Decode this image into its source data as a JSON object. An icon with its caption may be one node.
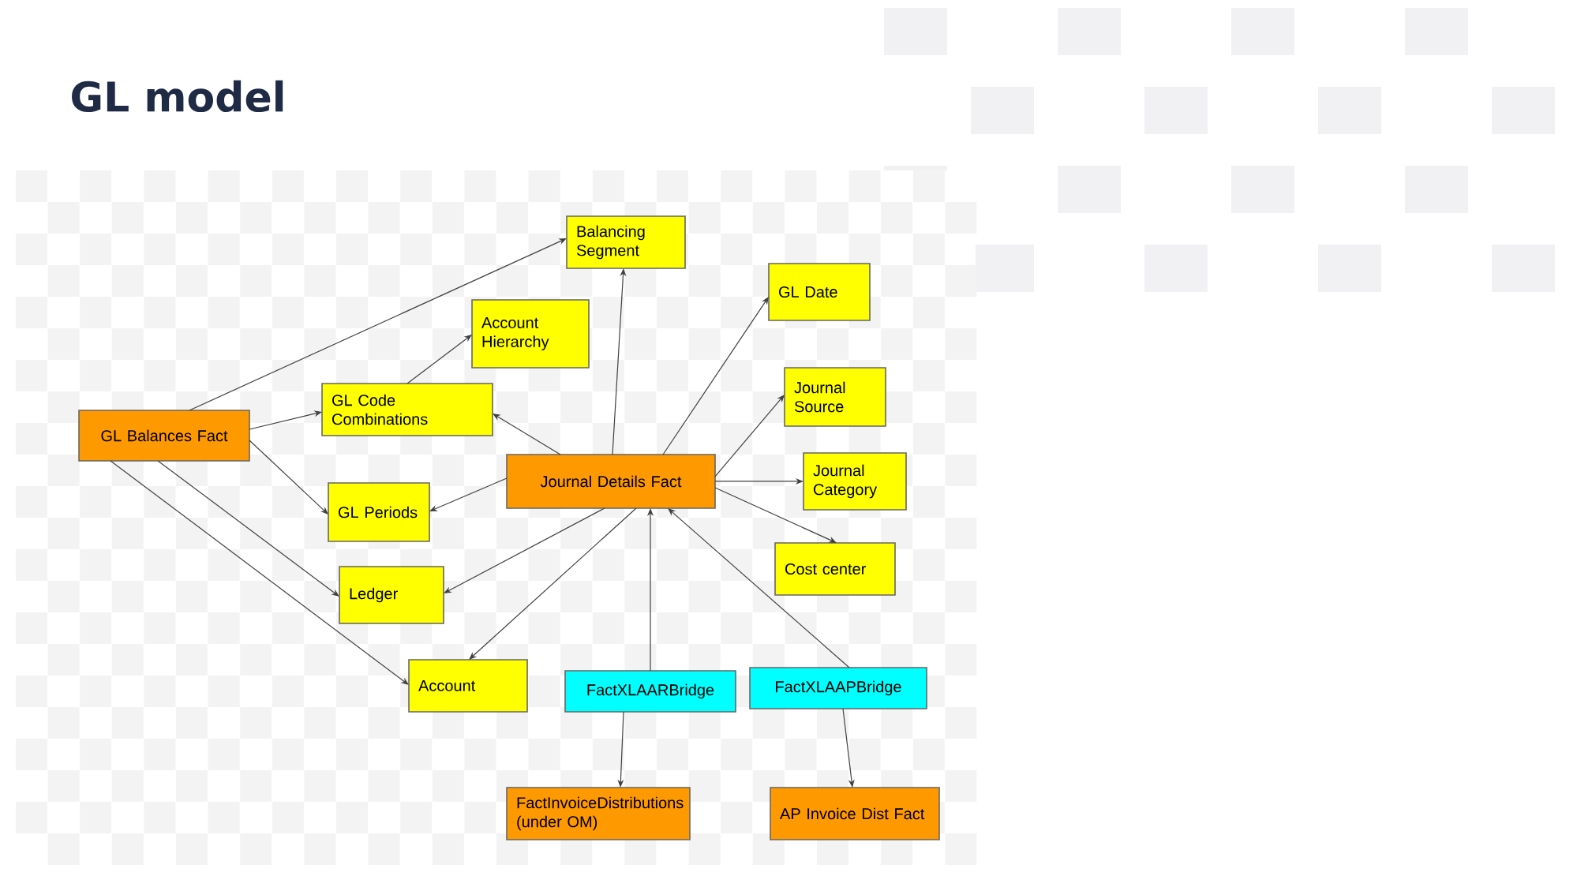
{
  "diagram": {
    "title": "GL model",
    "nodes": [
      {
        "text": [
          "GL Balances Fact"
        ]
      },
      {
        "text": [
          "Balancing Segment"
        ]
      },
      {
        "text": [
          "Account Hierarchy"
        ]
      },
      {
        "text": [
          "GL Code Combinations"
        ]
      },
      {
        "text": [
          "GL Date"
        ]
      },
      {
        "text": [
          "Journal Source"
        ]
      },
      {
        "text": [
          "Journal Details Fact"
        ]
      },
      {
        "text": [
          "Journal Category"
        ]
      },
      {
        "text": [
          "GL Periods"
        ]
      },
      {
        "text": [
          "Cost center"
        ]
      },
      {
        "text": [
          "Ledger"
        ]
      },
      {
        "text": [
          "Account"
        ]
      },
      {
        "text": [
          "FactXLAARBridge"
        ]
      },
      {
        "text": [
          "FactXLAAPBridge"
        ]
      },
      {
        "text": [
          "FactInvoiceDistributions (under OM)"
        ]
      },
      {
        "text": [
          "AP Invoice Dist Fact"
        ]
      }
    ],
    "edges": [
      {
        "from": 0,
        "to": 1,
        "arrow": "to"
      },
      {
        "from": 0,
        "to": 3,
        "arrow": "to"
      },
      {
        "from": 0,
        "to": 8,
        "arrow": "to"
      },
      {
        "from": 0,
        "to": 10,
        "arrow": "to"
      },
      {
        "from": 0,
        "to": 11,
        "arrow": "to"
      },
      {
        "from": 3,
        "to": 2,
        "arrow": "to"
      },
      {
        "from": 6,
        "to": 3,
        "arrow": "to"
      },
      {
        "from": 6,
        "to": 1,
        "arrow": "to"
      },
      {
        "from": 6,
        "to": 4,
        "arrow": "to"
      },
      {
        "from": 6,
        "to": 5,
        "arrow": "to"
      },
      {
        "from": 6,
        "to": 7,
        "arrow": "to"
      },
      {
        "from": 6,
        "to": 9,
        "arrow": "to"
      },
      {
        "from": 6,
        "to": 8,
        "arrow": "to"
      },
      {
        "from": 6,
        "to": 10,
        "arrow": "to"
      },
      {
        "from": 6,
        "to": 11,
        "arrow": "to"
      },
      {
        "from": 12,
        "to": 6,
        "arrow": "to"
      },
      {
        "from": 13,
        "to": 6,
        "arrow": "to"
      },
      {
        "from": 12,
        "to": 14,
        "arrow": "to"
      },
      {
        "from": 13,
        "to": 15,
        "arrow": "to"
      }
    ]
  }
}
